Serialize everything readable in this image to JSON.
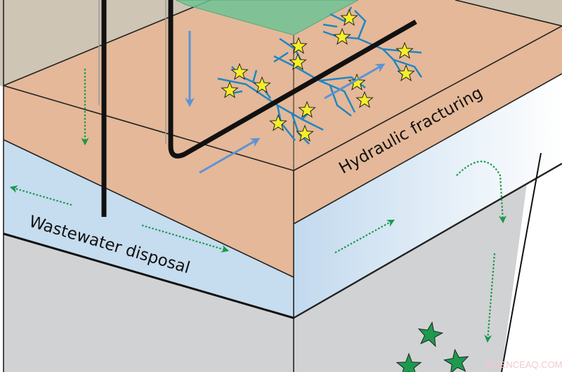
{
  "labels": {
    "hydraulic_fracturing": "Hydraulic fracturing",
    "wastewater_disposal": "Wastewater disposal"
  },
  "watermark": "SCIENCEAQ.COM",
  "colors": {
    "surface": "#cec5b4",
    "shale_layer": "#e4b898",
    "aquifer_layer": "#c6dcef",
    "basement": "#d1d2d4",
    "well": "#111111",
    "flow_arrow_green": "#17994a",
    "injection_arrow_blue": "#5b93d6",
    "fracture": "#1e86c4",
    "microseismic_star": "#f7ee2a",
    "earthquake_star": "#1d9a4e"
  }
}
